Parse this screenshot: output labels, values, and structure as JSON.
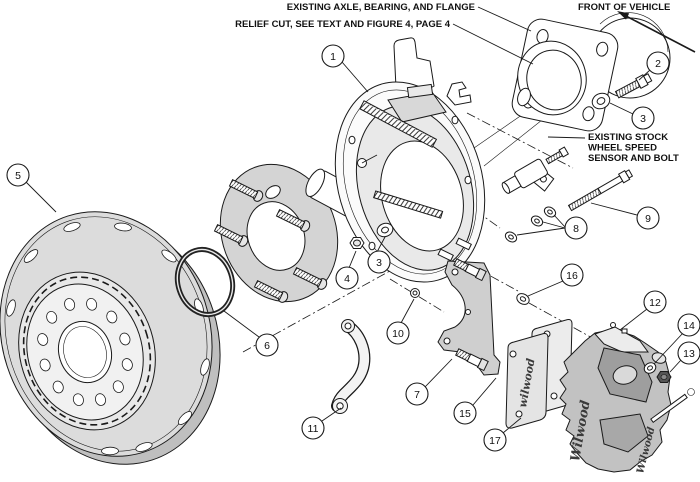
{
  "labels": {
    "existing_axle": "EXISTING AXLE, BEARING, AND FLANGE",
    "relief_cut": "RELIEF CUT, SEE TEXT AND FIGURE 4, PAGE 4",
    "front_of_vehicle": "FRONT OF VEHICLE",
    "sensor_line1": "EXISTING STOCK",
    "sensor_line2": "WHEEL SPEED",
    "sensor_line3": "SENSOR AND BOLT"
  },
  "callouts": [
    "1",
    "2",
    "3",
    "3",
    "4",
    "5",
    "6",
    "7",
    "8",
    "9",
    "10",
    "11",
    "12",
    "13",
    "14",
    "15",
    "16",
    "17"
  ],
  "logos": {
    "caliper_primary": "Wilwood",
    "caliper_secondary": "Wilwood",
    "pad": "wilwood"
  },
  "colors": {
    "line": "#1a1a1a",
    "part_gray": "#d6d6d6",
    "dark_gray": "#a0a0a0",
    "background": "#ffffff"
  }
}
